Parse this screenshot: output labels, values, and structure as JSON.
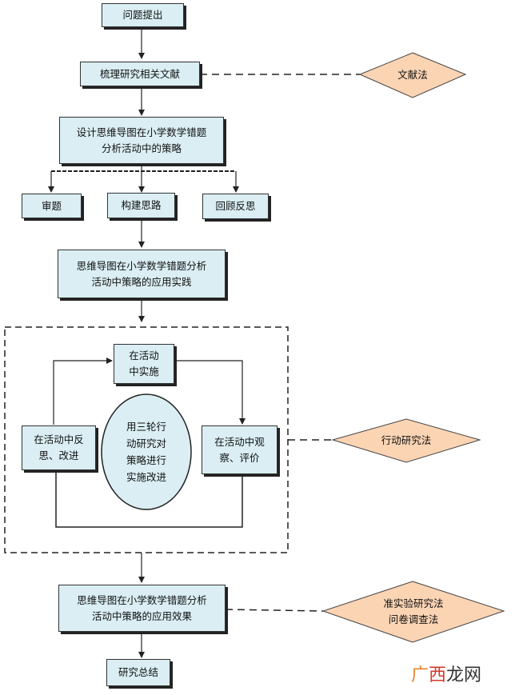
{
  "nodes": {
    "problem": "问题提出",
    "literature": "梳理研究相关文献",
    "design": "设计思维导图在小学数学错题\n分析活动中的策略",
    "review_question": "审题",
    "build_idea": "构建思路",
    "reflect": "回顾反思",
    "practice": "思维导图在小学数学错题分析\n活动中策略的应用实践",
    "implement": "在活动\n中实施",
    "observe": "在活动中观\n察、评价",
    "rethink": "在活动中反\n思、改进",
    "cycle": "用三轮行\n动研究对\n策略进行\n实施改进",
    "effect": "思维导图在小学数学错题分析\n活动中策略的应用效果",
    "summary": "研究总结"
  },
  "methods": {
    "literature_method": "文献法",
    "action_research": "行动研究法",
    "quasi_experiment": "准实验研究法\n问卷调查法"
  },
  "colors": {
    "box_fill": "#daeef3",
    "diamond_fill": "#fbd4b4",
    "line": "#222222"
  },
  "watermark": {
    "part1": "广",
    "part2": "西",
    "part3": "龙网"
  }
}
